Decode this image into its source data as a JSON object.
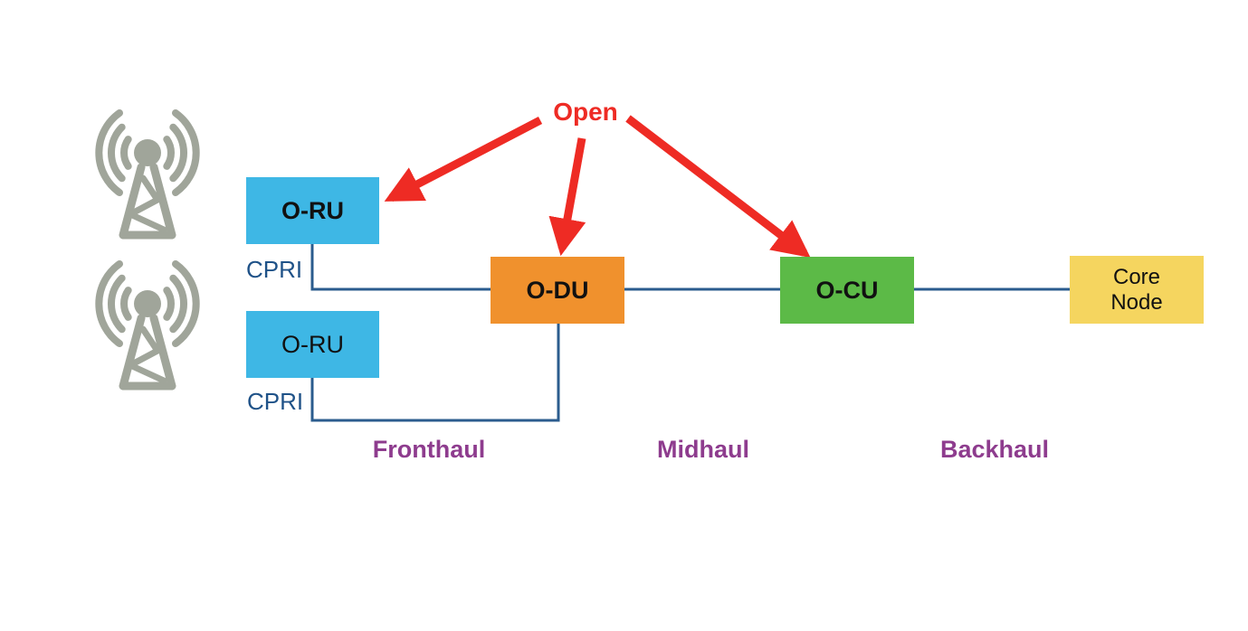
{
  "diagram": {
    "open_label": "Open",
    "nodes": {
      "oru1": {
        "label": "O-RU"
      },
      "oru2": {
        "label": "O-RU"
      },
      "odu": {
        "label": "O-DU"
      },
      "ocu": {
        "label": "O-CU"
      },
      "core": {
        "label": "Core Node",
        "line1": "Core",
        "line2": "Node"
      }
    },
    "interfaces": {
      "cpri1": "CPRI",
      "cpri2": "CPRI"
    },
    "segments": {
      "fronthaul": "Fronthaul",
      "midhaul": "Midhaul",
      "backhaul": "Backhaul"
    },
    "icons": {
      "antenna_top": "antenna-icon",
      "antenna_bottom": "antenna-icon"
    }
  },
  "colors": {
    "background": "#FFFFFF",
    "oru": "#3EB7E5",
    "odu": "#F0912D",
    "ocu": "#5CBA47",
    "core": "#F5D55F",
    "line": "#2B5C8E",
    "cpri-text": "#1F5288",
    "segment-text": "#8E3C8E",
    "open-red": "#EE2B24",
    "antenna-gray": "#A0A59A",
    "node-text": "#111111"
  }
}
